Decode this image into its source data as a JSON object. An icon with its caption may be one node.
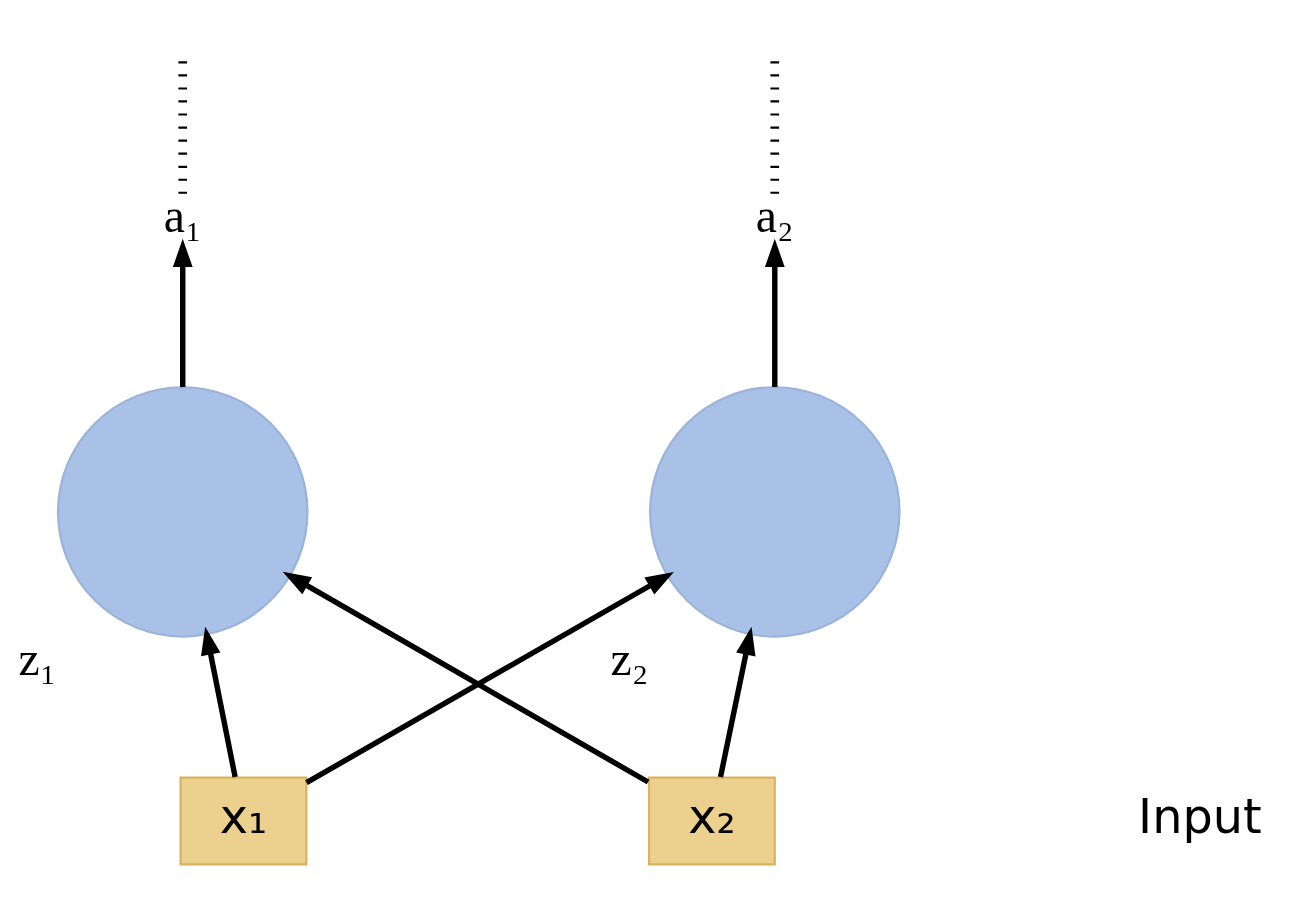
{
  "diagram": {
    "nodes": [
      {
        "text": [
          "x₁"
        ]
      },
      {
        "text": [
          "x₂"
        ]
      },
      {
        "text": [],
        "shape": "circle",
        "beside": [
          "z₁"
        ]
      },
      {
        "text": [],
        "shape": "circle",
        "beside": [
          "z₂"
        ]
      },
      {
        "text": [
          "a₁"
        ]
      },
      {
        "text": [
          "a₂"
        ]
      }
    ],
    "edges": [
      {
        "from": 0,
        "to": 2,
        "arrow": "to"
      },
      {
        "from": 0,
        "to": 3,
        "arrow": "to"
      },
      {
        "from": 1,
        "to": 2,
        "arrow": "to"
      },
      {
        "from": 1,
        "to": 3,
        "arrow": "to"
      },
      {
        "from": 2,
        "to": 4,
        "arrow": "to"
      },
      {
        "from": 3,
        "to": 5,
        "arrow": "to"
      },
      {
        "from": 4,
        "to": null,
        "arrow": "none",
        "style": "dashed"
      },
      {
        "from": 5,
        "to": null,
        "arrow": "none",
        "style": "dashed"
      }
    ],
    "labels": [
      "Input"
    ]
  }
}
